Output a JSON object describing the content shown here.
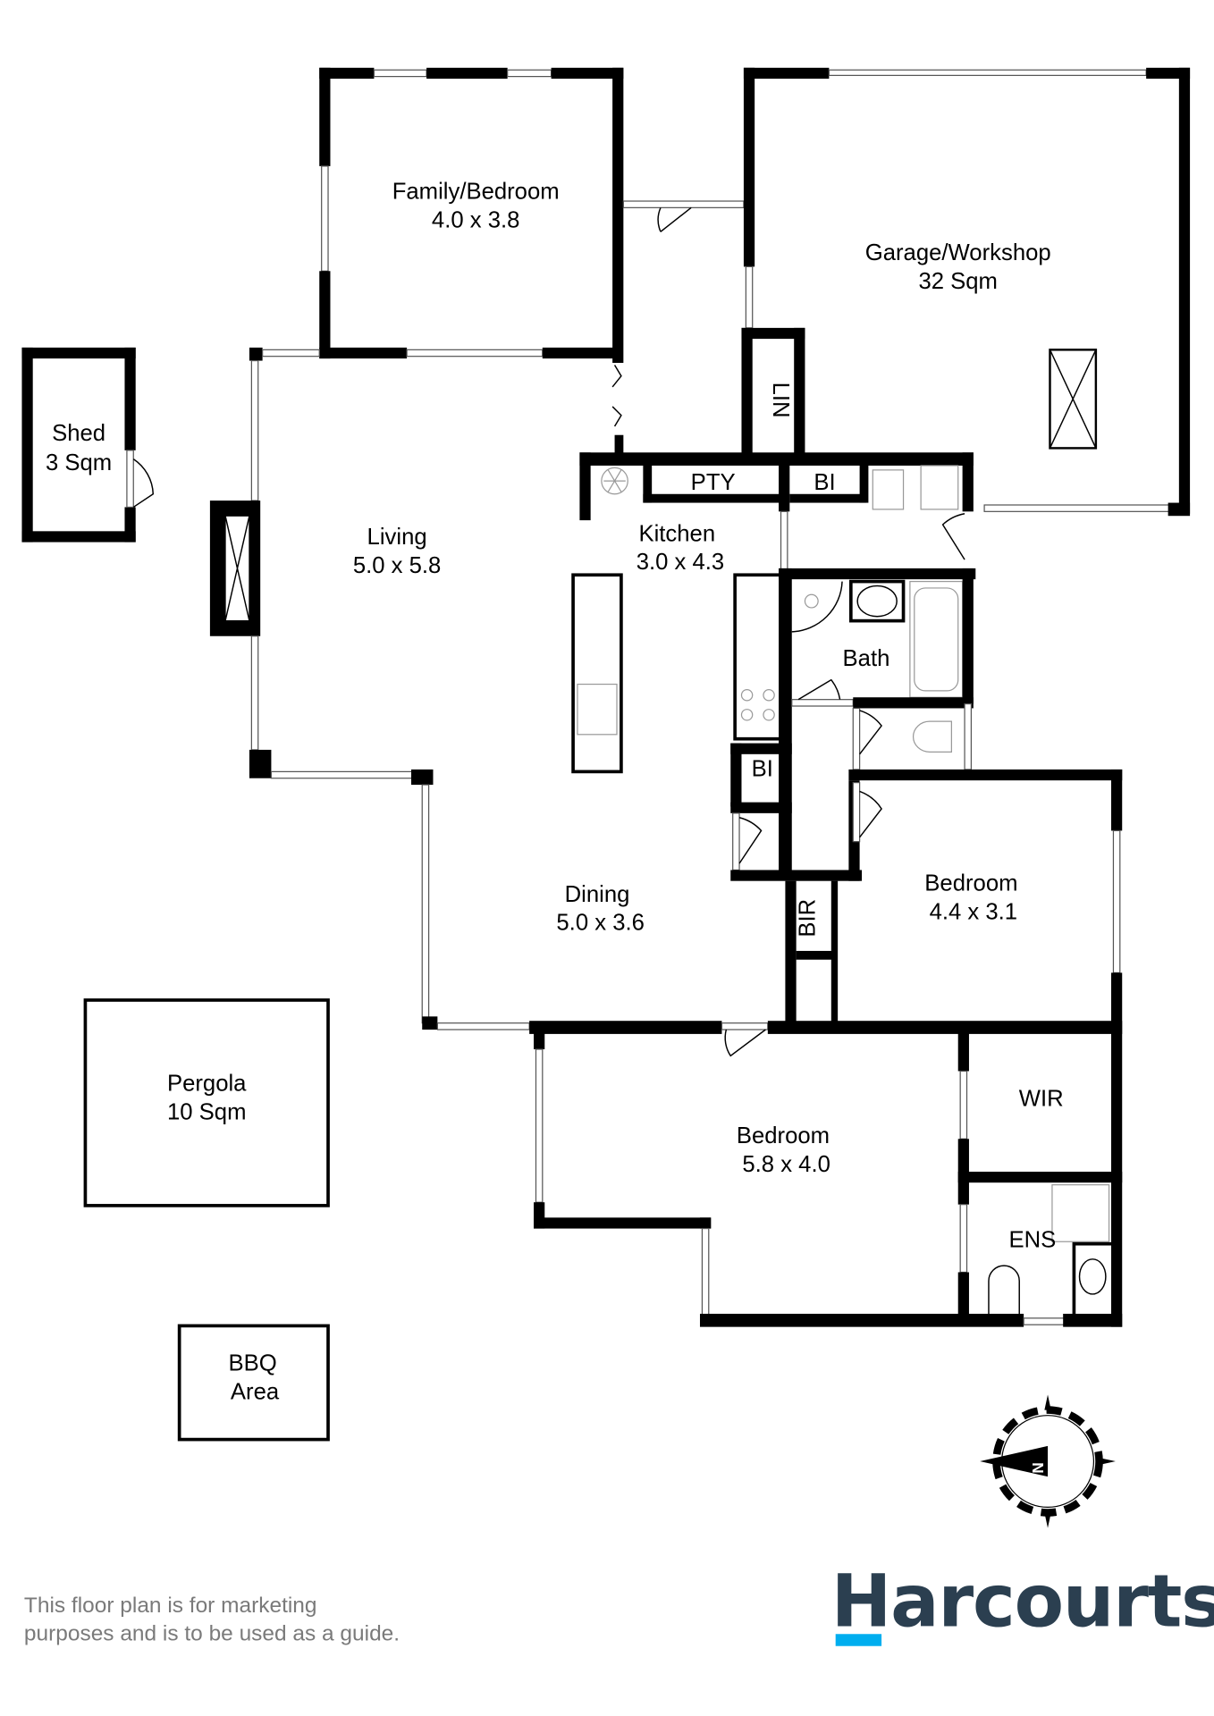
{
  "rooms": {
    "family_bedroom": {
      "name": "Family/Bedroom",
      "size": "4.0 x 3.8"
    },
    "garage": {
      "name": "Garage/Workshop",
      "size": "32 Sqm"
    },
    "shed": {
      "name": "Shed",
      "size": "3 Sqm"
    },
    "living": {
      "name": "Living",
      "size": "5.0 x 5.8"
    },
    "kitchen": {
      "name": "Kitchen",
      "size": "3.0 x 4.3"
    },
    "pty": {
      "name": "PTY"
    },
    "bi_top": {
      "name": "BI"
    },
    "lin": {
      "name": "LIN"
    },
    "bath": {
      "name": "Bath"
    },
    "bi_mid": {
      "name": "BI"
    },
    "dining": {
      "name": "Dining",
      "size": "5.0 x 3.6"
    },
    "bir": {
      "name": "BIR"
    },
    "bedroom2": {
      "name": "Bedroom",
      "size": "4.4 x 3.1"
    },
    "pergola": {
      "name": "Pergola",
      "size": "10 Sqm"
    },
    "bedroom_main": {
      "name": "Bedroom",
      "size": "5.8 x 4.0"
    },
    "wir": {
      "name": "WIR"
    },
    "ens": {
      "name": "ENS"
    },
    "bbq": {
      "name": "BBQ",
      "sub": "Area"
    }
  },
  "compass": {
    "label": "N",
    "icon": "north-arrow-icon"
  },
  "disclaimer": {
    "line1": "This floor plan is for marketing",
    "line2": "purposes and is to be used as a guide."
  },
  "brand": {
    "name": "Harcourts",
    "color": "#2b3f50",
    "accent": "#00aeef"
  }
}
